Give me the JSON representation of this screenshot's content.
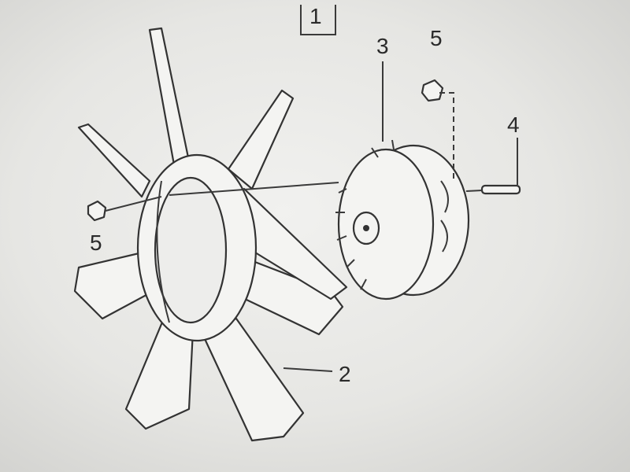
{
  "diagram": {
    "callouts": [
      {
        "id": "box-label",
        "text": "1"
      },
      {
        "id": "clutch",
        "text": "3"
      },
      {
        "id": "nut-top",
        "text": "5"
      },
      {
        "id": "bolt",
        "text": "4"
      },
      {
        "id": "nut-left",
        "text": "5"
      },
      {
        "id": "fan",
        "text": "2"
      }
    ]
  }
}
